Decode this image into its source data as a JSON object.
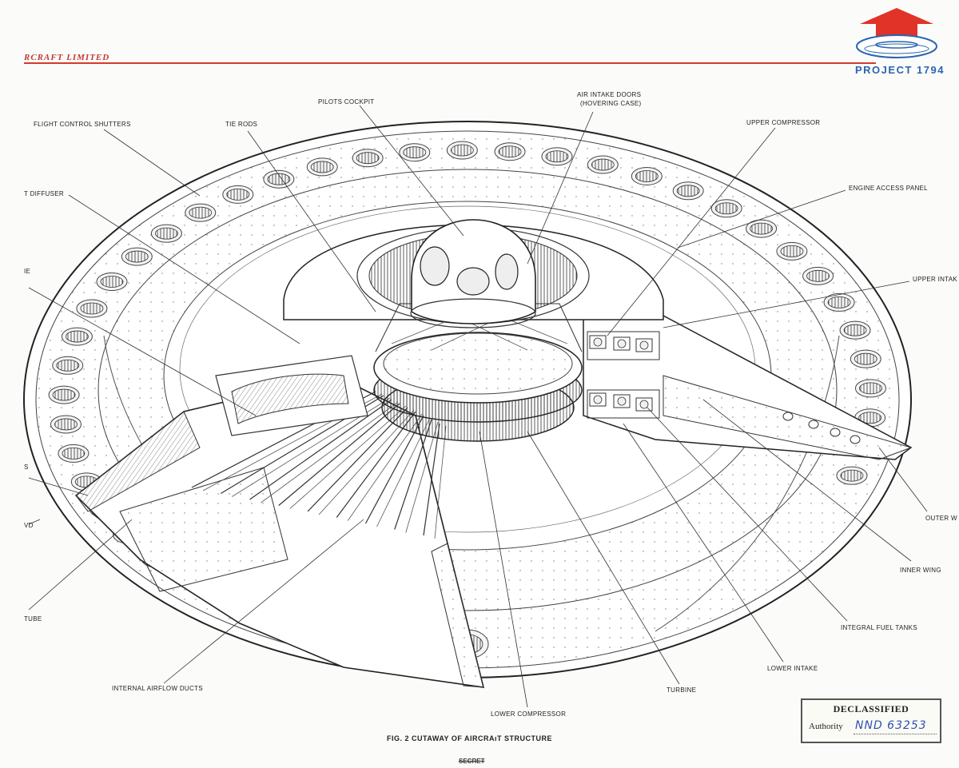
{
  "header": {
    "company": "RCRAFT LIMITED",
    "project": "PROJECT 1794",
    "brand_color": "#d23b2e",
    "project_color": "#2a64b0"
  },
  "logo": {
    "icon": "arrow-up-saucer-icon"
  },
  "labels": {
    "flight_control_shutters": "FLIGHT CONTROL SHUTTERS",
    "tie_rods": "TIE RODS",
    "pilots_cockpit": "PILOTS COCKPIT",
    "air_intake_doors_1": "AIR INTAKE DOORS",
    "air_intake_doors_2": "(HOVERING CASE)",
    "upper_compressor": "UPPER COMPRESSOR",
    "engine_access_panel": "ENGINE ACCESS PANEL",
    "upper_intake": "UPPER INTAK",
    "diffuser": "T DIFFUSER",
    "ne": "IE",
    "s": "S",
    "vd": "VD",
    "tube": "TUBE",
    "outer_wing": "OUTER W",
    "inner_wing": "INNER WING",
    "integral_fuel_tanks": "INTEGRAL FUEL TANKS",
    "lower_intake": "LOWER INTAKE",
    "turbine": "TURBINE",
    "internal_airflow_ducts": "INTERNAL AIRFLOW DUCTS",
    "lower_compressor": "LOWER COMPRESSOR"
  },
  "caption": "FIG. 2 CUTAWAY OF AIRCRAıT STRUCTURE",
  "secret_mark": "SECRET",
  "stamp": {
    "title": "DECLASSIFIED",
    "authority_label": "Authority",
    "authority_value": "NND 63253"
  }
}
